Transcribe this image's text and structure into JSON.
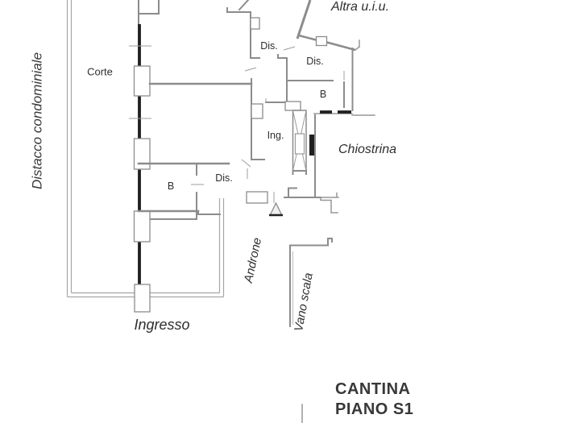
{
  "meta": {
    "type": "architectural floor plan",
    "language": "it",
    "background": "#ffffff"
  },
  "colors": {
    "wall": "#8c8c8c",
    "window_wall": "#1f1f1f",
    "boundary_line": "#a6a6a6",
    "text": "#2e2e2e"
  },
  "labels": {
    "distacco": "Distacco condominiale",
    "corte": "Corte",
    "altra_uiu": "Altra u.i.u.",
    "dis_top": "Dis.",
    "dis_right": "Dis.",
    "b_right": "B",
    "ing": "Ing.",
    "chiostrina": "Chiostrina",
    "dis_center": "Dis.",
    "b_left": "B",
    "androne": "Androne",
    "vano_scala": "Vano scala",
    "ingresso": "Ingresso",
    "cantina_line1": "CANTINA",
    "cantina_line2": "PIANO S1"
  }
}
